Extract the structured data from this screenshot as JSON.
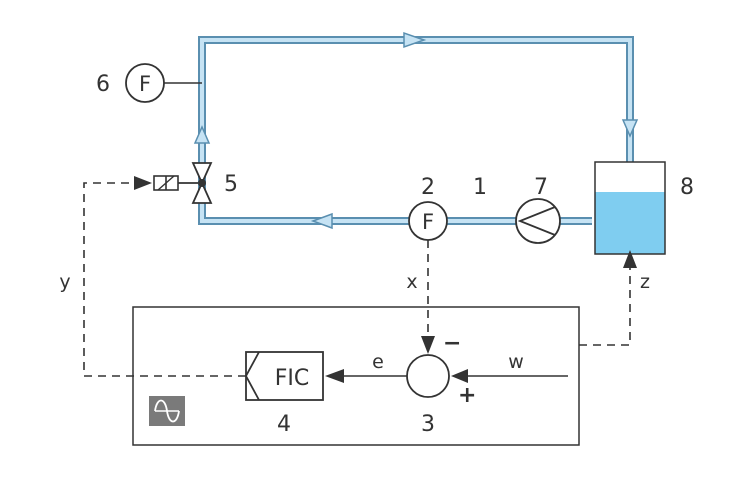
{
  "colors": {
    "pipe_outer": "#5a8fb0",
    "pipe_inner": "#c6e3f4",
    "liquid": "#7fcdf0",
    "line": "#333333",
    "controller_icon_bg": "#7a7a7a"
  },
  "labels": {
    "n1": "1",
    "n2": "2",
    "n3": "3",
    "n4": "4",
    "n5": "5",
    "n6": "6",
    "n7": "7",
    "n8": "8",
    "x": "x",
    "y": "y",
    "z": "z",
    "e": "e",
    "w": "w",
    "fic": "FIC",
    "flow_sensor_2": "F",
    "flow_sensor_6": "F",
    "minus_sign": "−",
    "plus_sign": "+"
  },
  "icons": {
    "pump": "pump-icon",
    "valve": "control-valve-icon",
    "actuator": "valve-actuator-icon",
    "tank": "tank-icon",
    "controller": "sine-wave-controller-icon",
    "summing_junction": "summing-junction-icon"
  }
}
